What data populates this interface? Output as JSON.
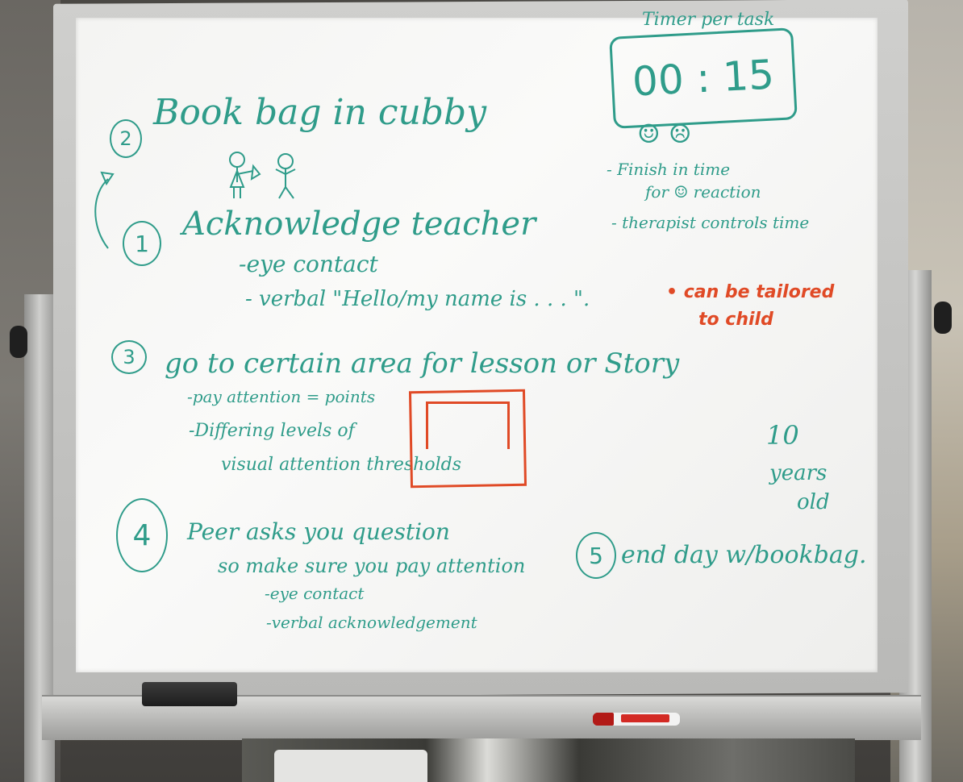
{
  "whiteboard": {
    "items": {
      "book_bag": {
        "num": "2",
        "text": "Book bag in cubby"
      },
      "acknowledge": {
        "num": "1",
        "text": "Acknowledge teacher",
        "sub1": "-eye contact",
        "sub2": "- verbal \"Hello/my name is . . . \"."
      },
      "certain_area": {
        "num": "3",
        "text": "go to certain area for lesson or Story",
        "sub1": "-pay attention = points",
        "sub2": "-Differing levels of",
        "sub3": "visual attention thresholds"
      },
      "peer": {
        "num": "4",
        "text": "Peer asks you question",
        "sub1": "so make sure you pay attention",
        "sub2": "-eye contact",
        "sub3": "-verbal acknowledgement"
      },
      "end_day": {
        "num": "5",
        "text": "end day w/bookbag."
      }
    },
    "timer": {
      "title": "Timer per task",
      "value": "00 : 15",
      "faces": "☺  ☹",
      "note1": "- Finish in time",
      "note2": "for ☺ reaction",
      "note3": "- therapist controls time"
    },
    "red_note": {
      "line1": "• can be tailored",
      "line2": "to child"
    },
    "age": {
      "line1": "10",
      "line2": "years",
      "line3": "old"
    }
  },
  "colors": {
    "ink_green": "#2f9c8a",
    "ink_red": "#e04a26"
  }
}
